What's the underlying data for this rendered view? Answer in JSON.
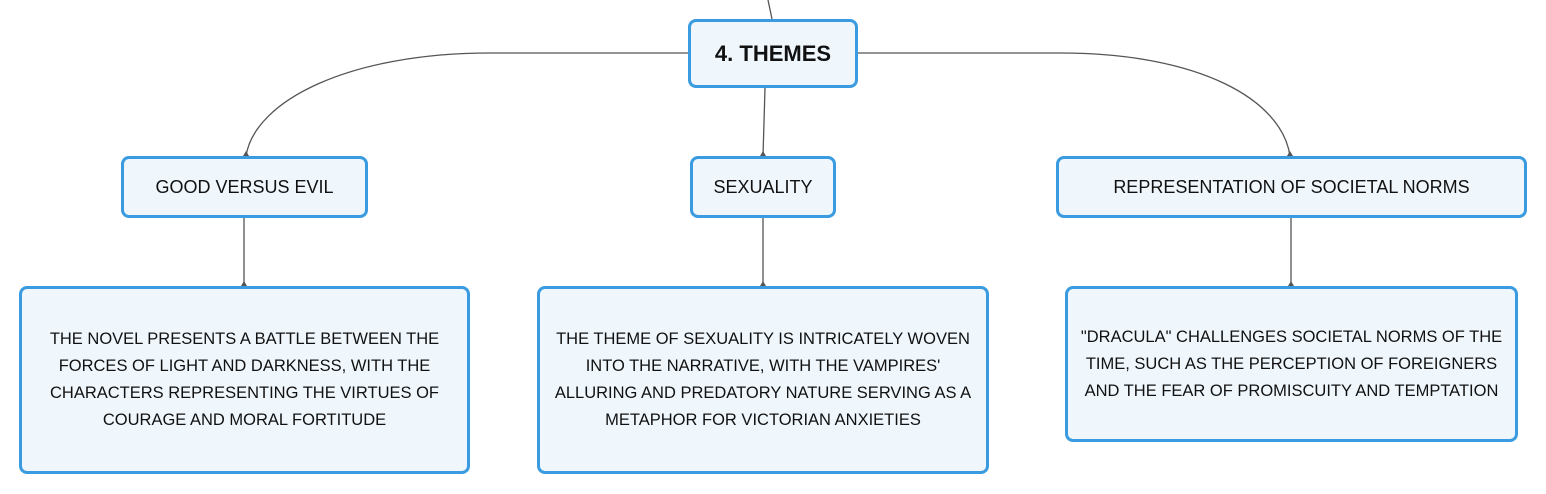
{
  "colors": {
    "node_border": "#3a9be0",
    "node_fill": "#eff7fd",
    "connector": "#555555",
    "text": "#111111"
  },
  "root": {
    "label": "4. THEMES"
  },
  "topics": [
    {
      "label": "GOOD VERSUS EVIL",
      "detail": "THE NOVEL PRESENTS A BATTLE BETWEEN THE FORCES OF LIGHT AND DARKNESS, WITH THE CHARACTERS REPRESENTING THE VIRTUES OF COURAGE AND MORAL FORTITUDE"
    },
    {
      "label": "SEXUALITY",
      "detail": "THE THEME OF SEXUALITY IS INTRICATELY WOVEN INTO THE NARRATIVE, WITH THE VAMPIRES' ALLURING AND PREDATORY NATURE SERVING AS A METAPHOR FOR VICTORIAN ANXIETIES"
    },
    {
      "label": "REPRESENTATION OF SOCIETAL NORMS",
      "detail": "\"DRACULA\" CHALLENGES SOCIETAL NORMS OF THE TIME, SUCH AS THE PERCEPTION OF FOREIGNERS AND THE FEAR OF PROMISCUITY AND TEMPTATION"
    }
  ]
}
